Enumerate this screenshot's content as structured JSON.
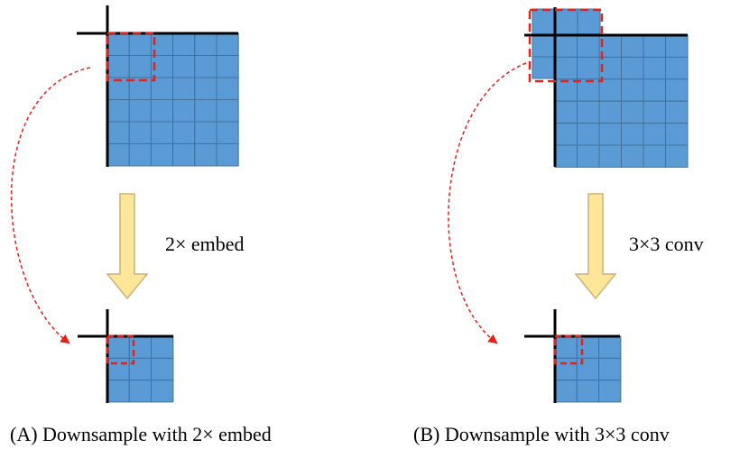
{
  "panels": {
    "a": {
      "operation_label": "2× embed",
      "caption": "(A) Downsample with 2× embed"
    },
    "b": {
      "operation_label": "3×3 conv",
      "caption": "(B) Downsample with 3×3 conv"
    }
  },
  "colors": {
    "cell_fill": "#5b9bd5",
    "cell_border": "#41719c",
    "axis": "#000000",
    "window": "#e8201a",
    "arrow_fill": "#ffe699",
    "arrow_stroke": "#c9b27a"
  }
}
